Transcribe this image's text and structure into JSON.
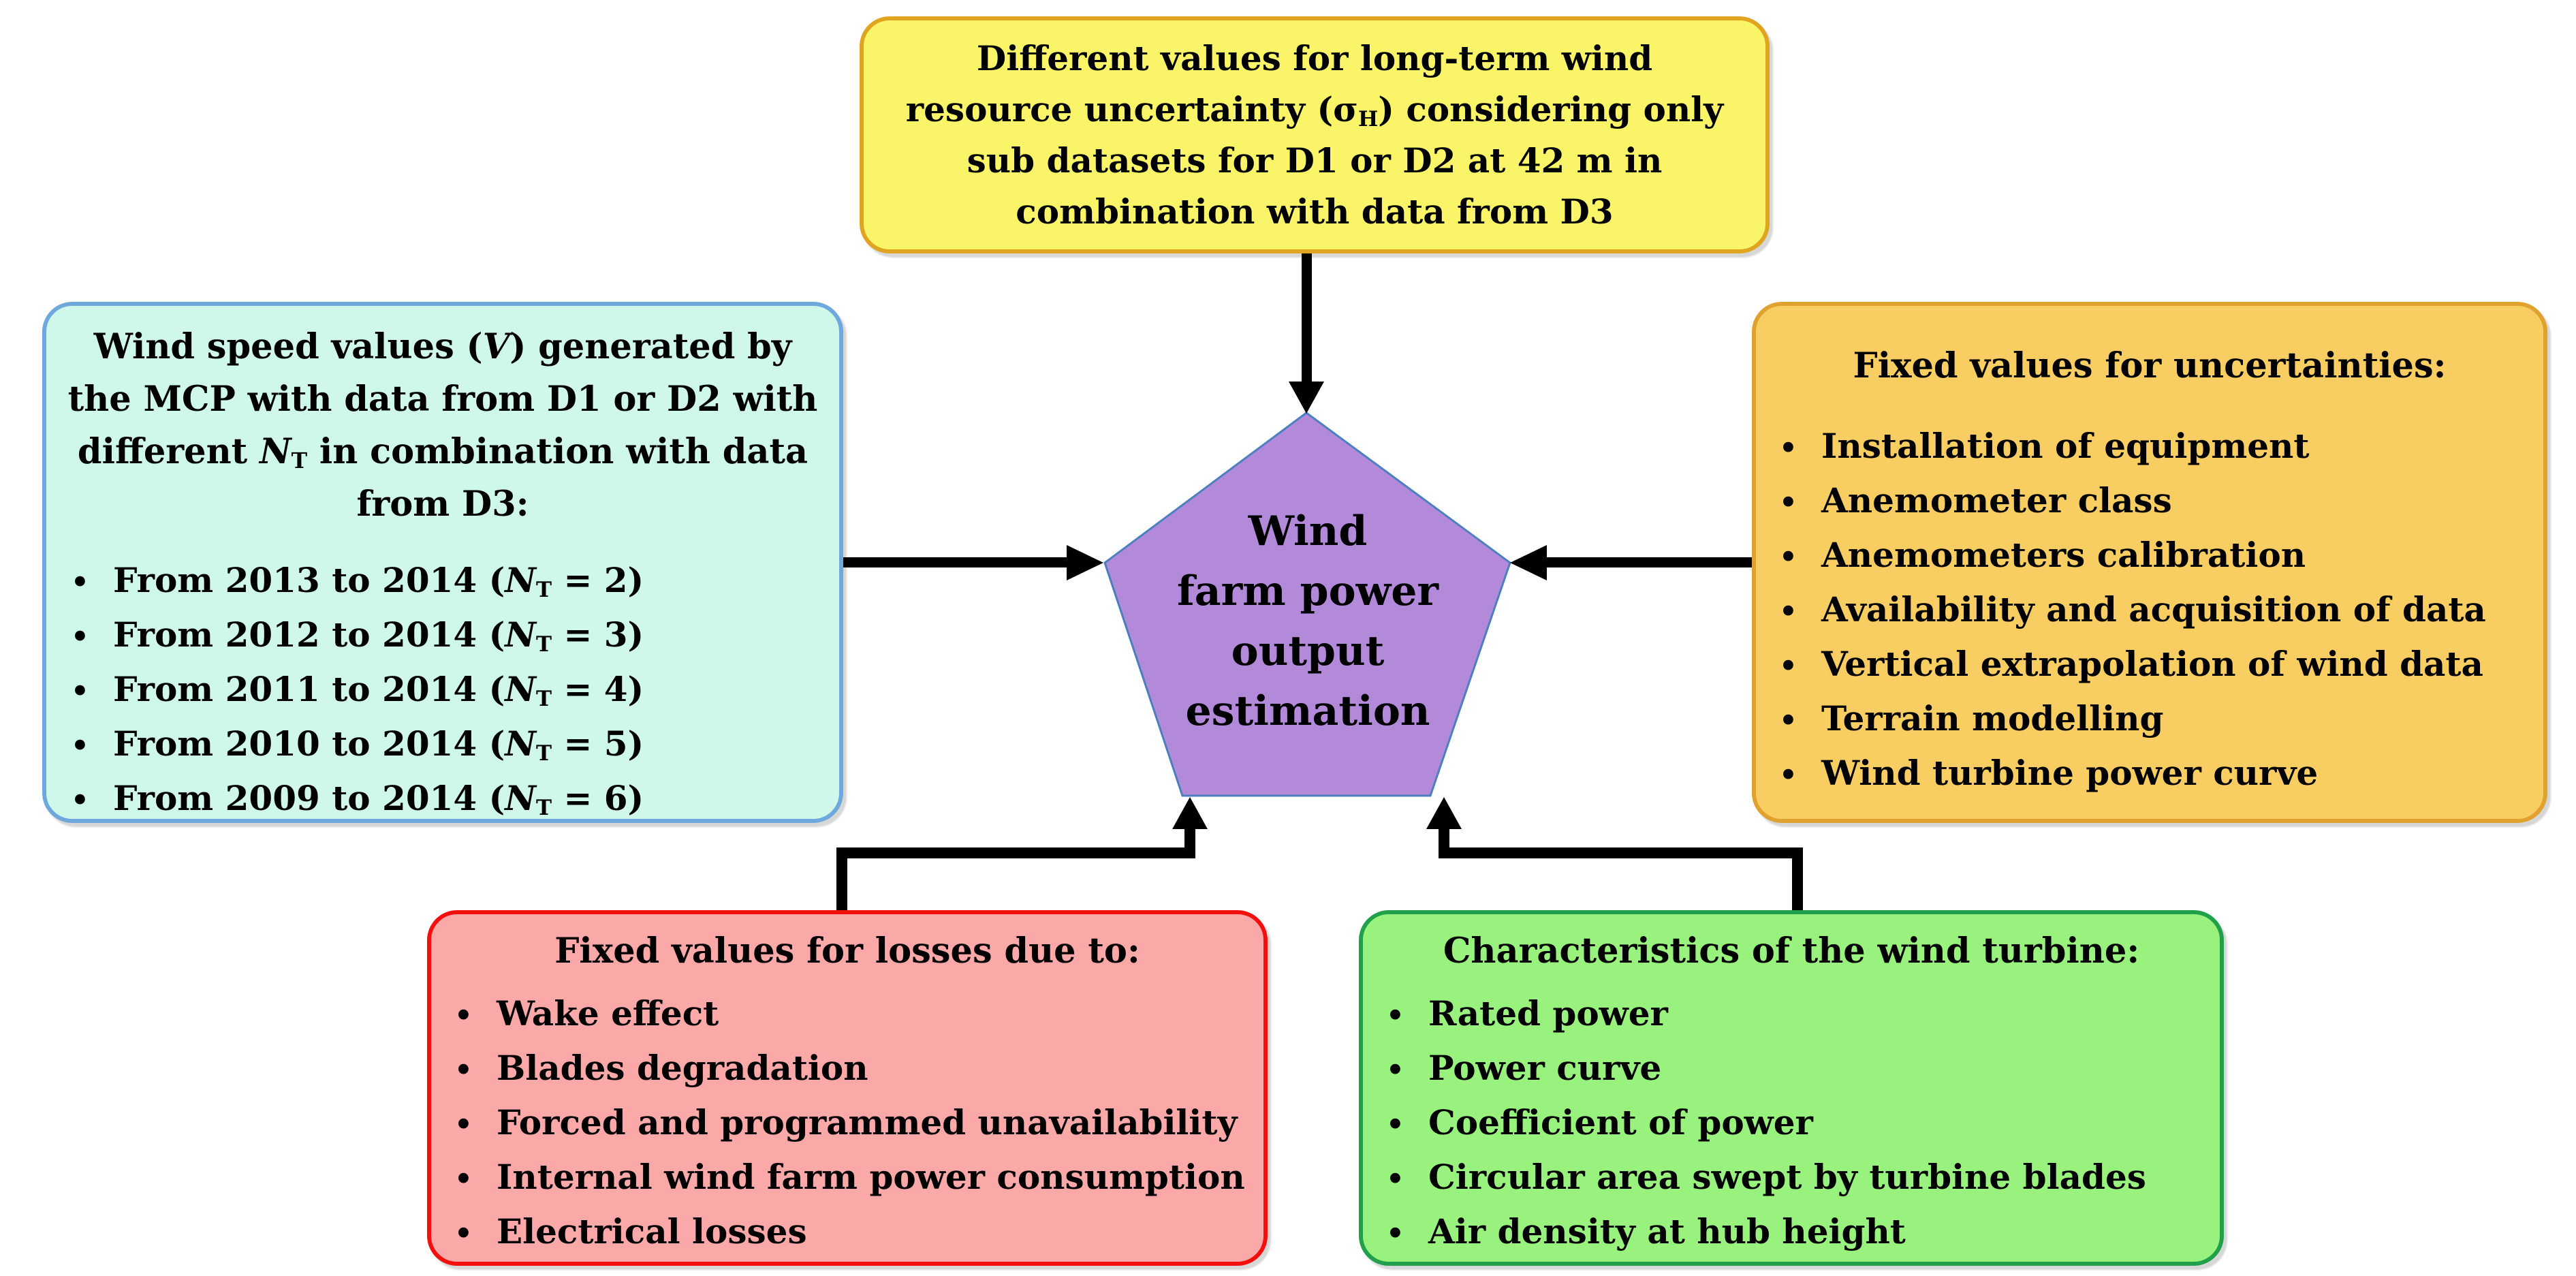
{
  "colors": {
    "canvas_bg": "#FFFFFF",
    "top_box_fill": "#FAF568",
    "top_box_border": "#DFA521",
    "left_box_fill": "#CFF7EA",
    "left_box_border": "#6FA8DC",
    "right_box_fill": "#F8CE63",
    "right_box_border": "#E0A22E",
    "bottom_left_box_fill": "#FBA8A8",
    "bottom_left_box_border": "#F40F0F",
    "bottom_right_box_fill": "#98F27D",
    "bottom_right_box_border": "#21A04B",
    "pentagon_fill": "#B28AD9",
    "pentagon_border": "#4C7FBF",
    "arrow_color": "#000000",
    "text_color": "#000000"
  },
  "glyphs": {
    "bullet": "•"
  },
  "top_box": {
    "text_pre": "Different values for long-term wind resource uncertainty (σ",
    "sub": "H",
    "text_post": ") considering only sub datasets for D1 or D2 at 42 m in combination with data from D3"
  },
  "left_box": {
    "header_p1": "Wind speed values (",
    "header_v": "V",
    "header_p2": ") generated by the MCP with data from D1 or D2 with different ",
    "header_n": "N",
    "header_n_sub": "T",
    "header_p3": " in combination with data from D3:",
    "items": [
      {
        "pre": "From 2013 to 2014 (",
        "n": "N",
        "sub": "T",
        "post": " = 2)"
      },
      {
        "pre": "From 2012 to 2014 (",
        "n": "N",
        "sub": "T",
        "post": " = 3)"
      },
      {
        "pre": "From 2011 to 2014 (",
        "n": "N",
        "sub": "T",
        "post": " = 4)"
      },
      {
        "pre": "From 2010 to 2014 (",
        "n": "N",
        "sub": "T",
        "post": " = 5)"
      },
      {
        "pre": "From 2009 to 2014 (",
        "n": "N",
        "sub": "T",
        "post": " = 6)"
      }
    ]
  },
  "right_box": {
    "header": "Fixed values for uncertainties:",
    "items": [
      "Installation of equipment",
      "Anemometer class",
      "Anemometers calibration",
      "Availability and acquisition of data",
      "Vertical extrapolation of wind data",
      "Terrain modelling",
      "Wind turbine power curve"
    ]
  },
  "bottom_left_box": {
    "header": "Fixed values for losses due to:",
    "items": [
      "Wake effect",
      "Blades degradation",
      "Forced and programmed unavailability",
      "Internal wind farm power consumption",
      "Electrical losses"
    ]
  },
  "bottom_right_box": {
    "header": "Characteristics of the wind turbine:",
    "items": [
      "Rated power",
      "Power curve",
      "Coefficient of power",
      "Circular area swept by turbine blades",
      "Air density at hub height"
    ]
  },
  "pentagon": {
    "lines": [
      "Wind",
      "farm power",
      "output",
      "estimation"
    ]
  }
}
